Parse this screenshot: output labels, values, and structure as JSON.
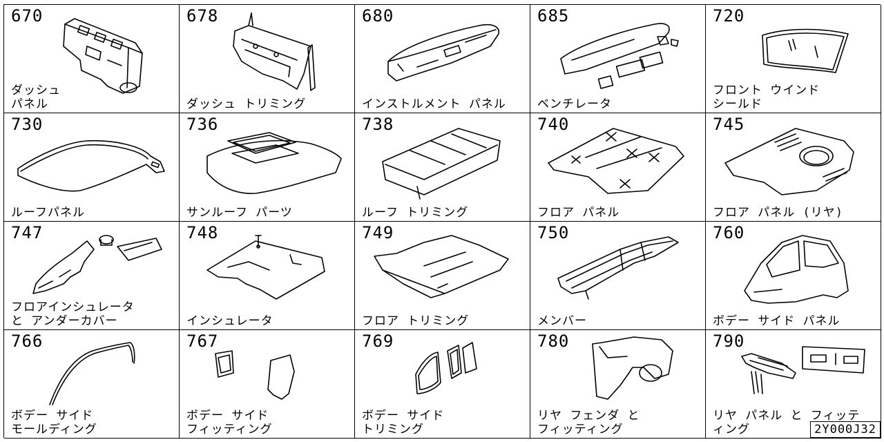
{
  "diagram_id": "2Y000J32",
  "cells": [
    {
      "code": "670",
      "label": "ダッシュ\nパネル",
      "icon": "dash-panel-icon"
    },
    {
      "code": "678",
      "label": "ダッシュ トリミング",
      "icon": "dash-trimming-icon"
    },
    {
      "code": "680",
      "label": "インストルメント パネル",
      "icon": "instrument-panel-icon"
    },
    {
      "code": "685",
      "label": "ベンチレータ",
      "icon": "ventilator-icon"
    },
    {
      "code": "720",
      "label": "フロント ウインド\nシールド",
      "icon": "windshield-icon"
    },
    {
      "code": "730",
      "label": "ルーフパネル",
      "icon": "roof-panel-icon"
    },
    {
      "code": "736",
      "label": "サンルーフ パーツ",
      "icon": "sunroof-icon"
    },
    {
      "code": "738",
      "label": "ルーフ トリミング",
      "icon": "roof-trimming-icon"
    },
    {
      "code": "740",
      "label": "フロア パネル",
      "icon": "floor-panel-icon"
    },
    {
      "code": "745",
      "label": "フロア パネル (リヤ)",
      "icon": "rear-floor-panel-icon"
    },
    {
      "code": "747",
      "label": "フロアインシュレータ\nと アンダーカバー",
      "icon": "floor-insulator-icon"
    },
    {
      "code": "748",
      "label": "インシュレータ",
      "icon": "insulator-icon"
    },
    {
      "code": "749",
      "label": "フロア トリミング",
      "icon": "floor-trimming-icon"
    },
    {
      "code": "750",
      "label": "メンバー",
      "icon": "member-frame-icon"
    },
    {
      "code": "760",
      "label": "ボデー サイド パネル",
      "icon": "body-side-panel-icon"
    },
    {
      "code": "766",
      "label": "ボデー サイド\nモールディング",
      "icon": "side-molding-icon"
    },
    {
      "code": "767",
      "label": "ボデー サイド\nフィッティング",
      "icon": "side-fitting-icon"
    },
    {
      "code": "769",
      "label": "ボデー サイド\nトリミング",
      "icon": "side-trimming-icon"
    },
    {
      "code": "780",
      "label": "リヤ フェンダ と\nフィッティング",
      "icon": "rear-fender-icon"
    },
    {
      "code": "790",
      "label": "リヤ パネル と フィッテ\nィング",
      "icon": "rear-panel-icon"
    }
  ]
}
